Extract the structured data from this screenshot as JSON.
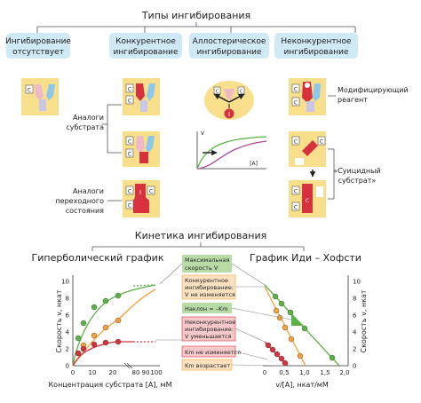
{
  "title": "Типы ингибирования",
  "categories": [
    {
      "line1": "Ингибирование",
      "line2": "отсутствует"
    },
    {
      "line1": "Конкурентное",
      "line2": "ингибирование"
    },
    {
      "line1": "Аллостерическое",
      "line2": "ингибирование"
    },
    {
      "line1": "Неконкурентное",
      "line2": "ингибирование"
    }
  ],
  "substrate_letter": "С",
  "inhibitor_letter": "I",
  "side_labels": {
    "substrate_analogs": [
      "Аналоги",
      "субстрата"
    ],
    "transition_analogs": [
      "Аналоги",
      "переходного",
      "состояния"
    ],
    "modifying_reagent": [
      "Модифицирующий",
      "реагент"
    ],
    "suicide_substrate": [
      "«Суицидный",
      "субстрат»"
    ]
  },
  "mini_plot": {
    "ylabel": "V",
    "xlabel": "[A]"
  },
  "kinetics_title": "Кинетика ингибирования",
  "colors": {
    "green": "#5bb245",
    "orange": "#f4a23c",
    "red": "#d6313c",
    "pink": "#f1b8c8",
    "blue": "#8cc8ea",
    "cat_box": "#cfe9f6",
    "tile": "#f7df8c"
  },
  "hyperbolic": {
    "title": "Гиперболический график",
    "ylabel": "Скорость v, нкат",
    "xlabel": "Концентрация субстрата [A], мМ",
    "yticks": [
      "0",
      "2",
      "4",
      "6",
      "8",
      "10"
    ],
    "xticks": [
      "0",
      "10",
      "20",
      "80",
      "90",
      "100"
    ]
  },
  "eadie_hofstee": {
    "title": "График Иди – Хофсти",
    "ylabel": "Скорость v, нкат",
    "xlabel": "v/[A], нкат/мМ",
    "yticks": [
      "0",
      "2",
      "4",
      "6",
      "8",
      "10"
    ],
    "xticks": [
      "0",
      "0,5",
      "1,0",
      "1,5",
      "2,0"
    ]
  },
  "annotations": [
    {
      "id": "vmax",
      "lines": [
        "Максимальная",
        "скорость V"
      ],
      "color": "green"
    },
    {
      "id": "competitive",
      "lines": [
        "Конкурентное",
        "ингибирование:",
        "V не изменяется"
      ],
      "color": "orange"
    },
    {
      "id": "slope",
      "lines": [
        "Наклон = –Km"
      ],
      "color": "green"
    },
    {
      "id": "noncompetitive",
      "lines": [
        "Неконкурентное",
        "ингибирование:",
        "V уменьшается"
      ],
      "color": "red"
    },
    {
      "id": "km_same",
      "lines": [
        "Km не изменяется"
      ],
      "color": "red"
    },
    {
      "id": "km_up",
      "lines": [
        "Km возрастает"
      ],
      "color": "orange"
    }
  ]
}
